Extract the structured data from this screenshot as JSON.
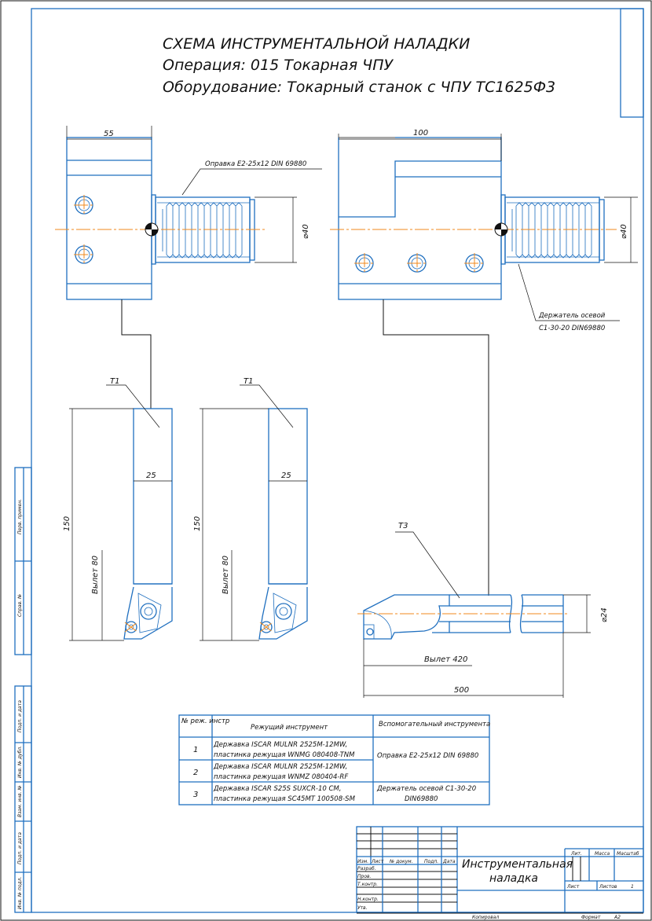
{
  "header": {
    "title": "СХЕМА ИНСТРУМЕНТАЛЬНОЙ НАЛАДКИ",
    "operation": "Операция: 015 Токарная ЧПУ",
    "equipment": "Оборудование: Токарный станок с ЧПУ ТС1625Ф3"
  },
  "holders": {
    "left": {
      "width_dim": "55",
      "diameter_dim": "⌀40",
      "label": "Оправка E2-25x12 DIN 69880"
    },
    "right": {
      "width_dim": "100",
      "diameter_dim": "⌀40",
      "label_line1": "Держатель осевой",
      "label_line2": "C1-30-20 DIN69880"
    }
  },
  "tools": {
    "t1a": {
      "label": "T1",
      "width_dim": "25",
      "length_dim": "150",
      "overhang": "Вылет 80"
    },
    "t1b": {
      "label": "T1",
      "width_dim": "25",
      "length_dim": "150",
      "overhang": "Вылет 80"
    },
    "t3": {
      "label": "T3",
      "diameter_dim": "⌀24",
      "overhang": "Вылет 420",
      "length_dim": "500"
    }
  },
  "table": {
    "headers": [
      "№ реж. инстр",
      "Режущий инструмент",
      "Вспомогательный инструмента"
    ],
    "rows": [
      {
        "num": "1",
        "cutting": [
          "Державка ISCAR MULNR 2525M-12MW,",
          "пластинка режущая WNMG 080408-TNM"
        ],
        "aux": [
          "Оправка E2-25x12 DIN 69880"
        ]
      },
      {
        "num": "2",
        "cutting": [
          "Державка ISCAR MULNR 2525M-12MW,",
          "пластинка режущая WNMZ 080404-RF"
        ],
        "aux": []
      },
      {
        "num": "3",
        "cutting": [
          "Державка ISCAR S25S SUXCR-10 CM,",
          "пластинка режущая SC45MT 100508-SM"
        ],
        "aux": [
          "Держатель осевой C1-30-20",
          "DIN69880"
        ]
      }
    ]
  },
  "title_block": {
    "doc_name_line1": "Инструментальная",
    "doc_name_line2": "наладка",
    "col_izm": "Изм.",
    "col_list": "Лист",
    "col_doc": "№ докум.",
    "col_sign": "Подп.",
    "col_date": "Дата",
    "row_razrab": "Разраб.",
    "row_prov": "Пров.",
    "row_tkontr": "Т.контр.",
    "row_nkontr": "Н.контр.",
    "row_utv": "Утв.",
    "lit": "Лит.",
    "massa": "Масса",
    "masshtab": "Масштаб",
    "sheet": "Лист",
    "sheets": "Листов",
    "sheets_count": "1",
    "copied": "Копировал",
    "format_label": "Формат",
    "format_value": "A2"
  },
  "side_stamp": {
    "labels": [
      "Перв. примен.",
      "Справ. №",
      "Подп. и дата",
      "Инв. № дубл.",
      "Взам. инв. №",
      "Подп. и дата",
      "Инв. № подл."
    ]
  },
  "colors": {
    "outline": "#1f6fbf",
    "axis": "#f08a1c",
    "ink": "#111111"
  }
}
